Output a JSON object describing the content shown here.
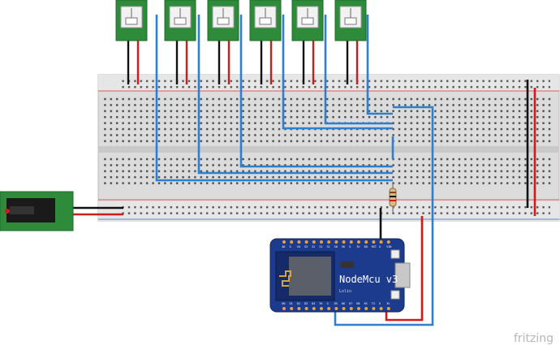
{
  "board": {
    "name": "NodeMcu v3",
    "subtitle": "Lolin",
    "pin_labels_top": [
      "A0",
      "G",
      "VU",
      "S3",
      "S2",
      "S1",
      "SC",
      "S0",
      "SK",
      "G",
      "3V",
      "EN",
      "RST",
      "G",
      "VIN"
    ],
    "pin_labels_bottom": [
      "D0",
      "D1",
      "D2",
      "D3",
      "D4",
      "3V",
      "G",
      "D5",
      "D6",
      "D7",
      "D8",
      "RX",
      "TX",
      "G",
      "3V"
    ]
  },
  "watermark": "fritzing",
  "colors": {
    "wire_blue": "#2f7fd0",
    "wire_red": "#d11a1a",
    "wire_black": "#111111",
    "pcb_green": "#2e8b3a",
    "board_blue": "#1c3b8d",
    "rail_dot": "#3cb54a"
  },
  "sensors": {
    "count": 6,
    "icon": "pir-sensor-icon"
  },
  "power_jack": {
    "icon": "dc-barrel-jack-icon"
  },
  "resistor": {
    "icon": "resistor-icon"
  }
}
